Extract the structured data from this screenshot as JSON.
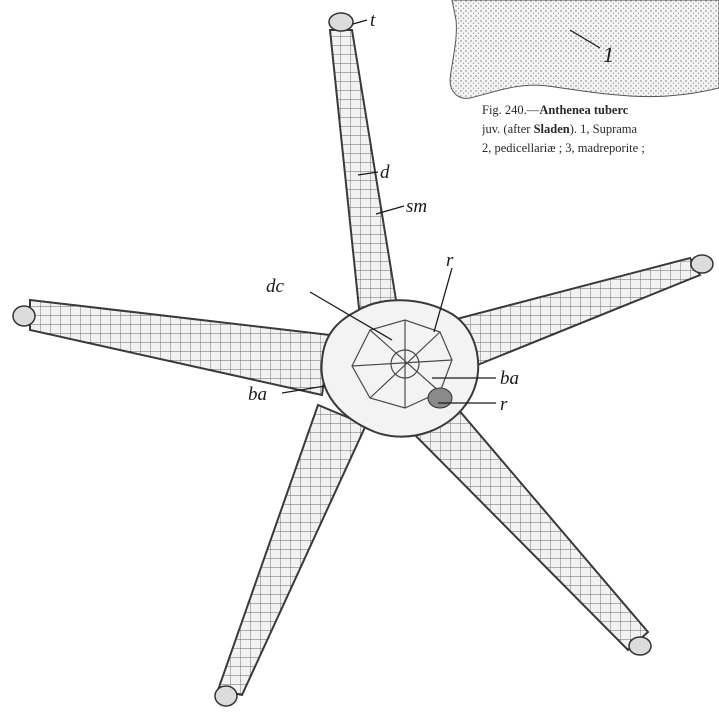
{
  "figure": {
    "caption_line1_prefix": "Fig. 240.—",
    "caption_line1_bold": "Anthenea tuberc",
    "caption_line2_a": "juv. (after ",
    "caption_line2_bold": "Sladen",
    "caption_line2_b": ").  1, Suprama",
    "caption_line3": "2, pedicellariæ ; 3, madreporite ;"
  },
  "labels": {
    "t": "t",
    "d": "d",
    "sm": "sm",
    "r_top": "r",
    "dc": "dc",
    "ba_right": "ba",
    "r_bottom": "r",
    "ba_left": "ba",
    "num_1": "1"
  },
  "colors": {
    "ink": "#3a3a3a",
    "plate_fill": "#efefef",
    "background": "#ffffff"
  }
}
